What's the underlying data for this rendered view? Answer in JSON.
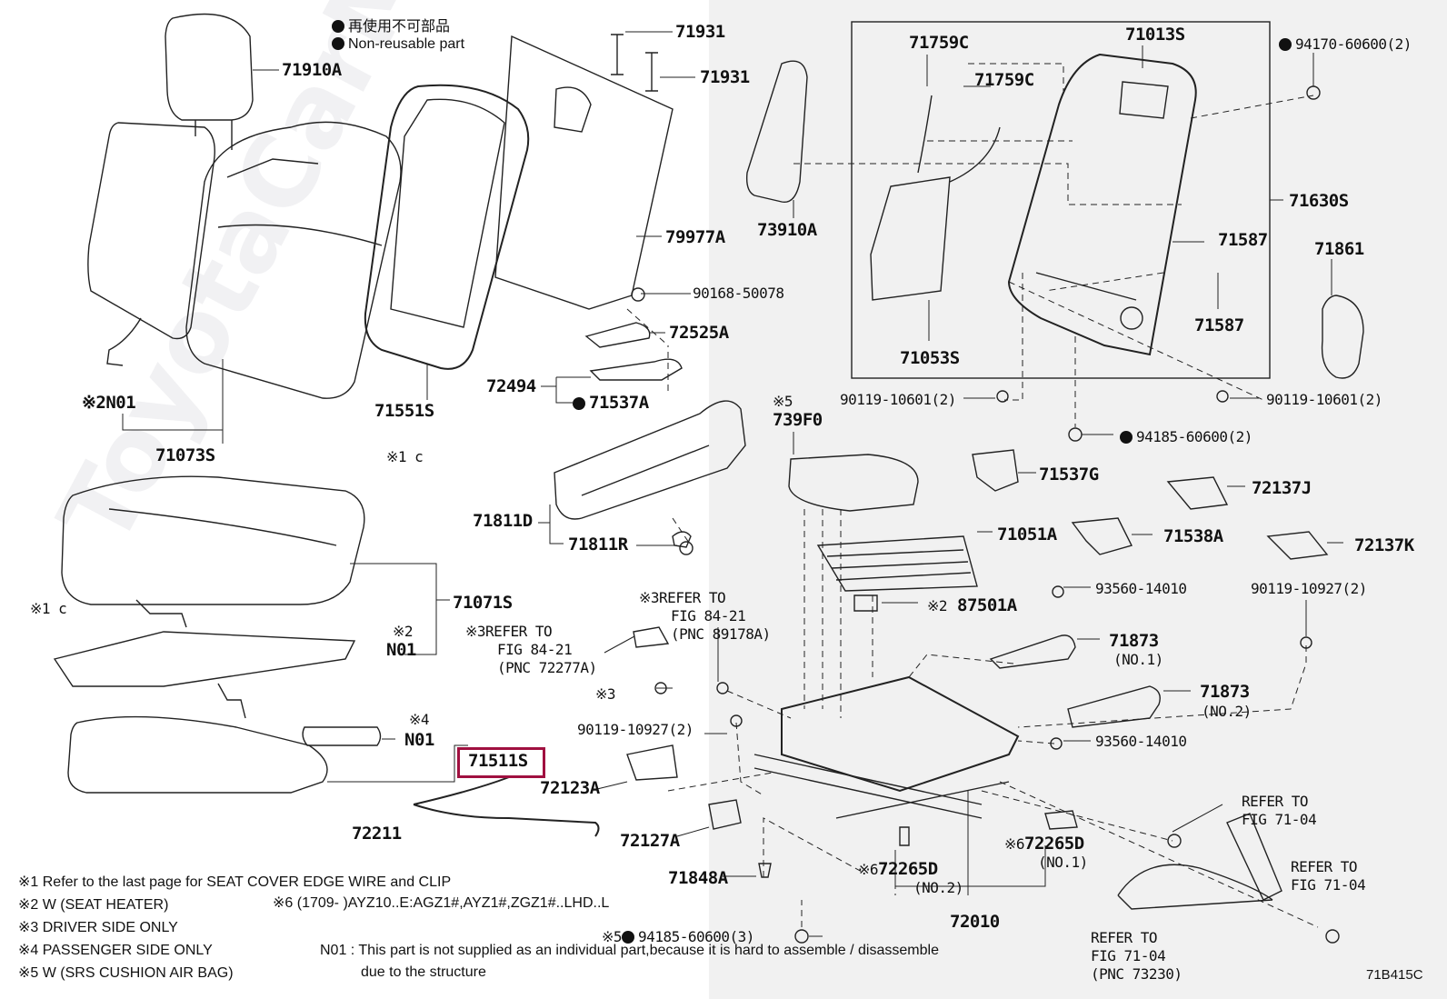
{
  "legend_nonreusable": {
    "jp": "再使用不可部品",
    "en": "Non-reusable part"
  },
  "watermark": "ToyotaCarMine.ru",
  "diagram_code": "71B415C",
  "highlighted_part": "71511S",
  "parts": {
    "p71910A": "71910A",
    "p71931a": "71931",
    "p71931b": "71931",
    "p79977A": "79977A",
    "p71551S": "71551S",
    "p71073S": "71073S",
    "p90168": "90168-50078",
    "p72525A": "72525A",
    "p72494": "72494",
    "p71537A": "71537A",
    "p71811D": "71811D",
    "p71811R": "71811R",
    "p71071S": "71071S",
    "p71511S": "71511S",
    "p72123A": "72123A",
    "p72211": "72211",
    "p72127A": "72127A",
    "p71848A": "71848A",
    "p90119_10927a": "90119-10927(2)",
    "p71759Ca": "71759C",
    "p71759Cb": "71759C",
    "p71013S": "71013S",
    "p94170": "94170-60600(2)",
    "p73910A": "73910A",
    "p71630S": "71630S",
    "p71587a": "71587",
    "p71587b": "71587",
    "p71861": "71861",
    "p71053S": "71053S",
    "p90119_10601a": "90119-10601(2)",
    "p90119_10601b": "90119-10601(2)",
    "p94185a": "94185-60600(2)",
    "p739F0": "739F0",
    "p71537G": "71537G",
    "p72137J": "72137J",
    "p71051A": "71051A",
    "p71538A": "71538A",
    "p72137K": "72137K",
    "p93560a": "93560-14010",
    "p90119_10927b": "90119-10927(2)",
    "p87501A": "87501A",
    "p71873a": "71873",
    "p71873b": "71873",
    "p93560b": "93560-14010",
    "p72265Da": "72265D",
    "p72265Db": "72265D",
    "p72010": "72010",
    "p94185b": "94185-60600(3)"
  },
  "notes": {
    "n01": "N01",
    "x2": "※2",
    "x1": "※1",
    "x3": "※3",
    "x4": "※4",
    "x5": "※5",
    "x6": "※6",
    "no1": "(NO.1)",
    "no2": "(NO.2)"
  },
  "refs": {
    "r84_21_a": [
      "REFER TO",
      "FIG 84-21",
      "(PNC 72277A)"
    ],
    "r84_21_b": [
      "REFER TO",
      "FIG 84-21",
      "(PNC 89178A)"
    ],
    "r71_04_a": [
      "REFER TO",
      "FIG 71-04"
    ],
    "r71_04_b": [
      "REFER TO",
      "FIG 71-04"
    ],
    "r71_04_c": [
      "REFER TO",
      "FIG 71-04",
      "(PNC 73230)"
    ]
  },
  "footnotes": [
    "※1  Refer to the last page for SEAT COVER EDGE WIRE and CLIP",
    "※2  W (SEAT  HEATER)",
    "※3  DRIVER SIDE ONLY",
    "※4  PASSENGER SIDE ONLY",
    "※5  W (SRS CUSHION AIR BAG)"
  ],
  "footnote6": "※6 (1709-        )AYZ10..E:AGZ1#,AYZ1#,ZGZ1#..LHD..L",
  "n01_note": [
    "N01 : This part is not supplied as an individual part,because it is hard to assemble / disassemble",
    "due to the structure"
  ]
}
